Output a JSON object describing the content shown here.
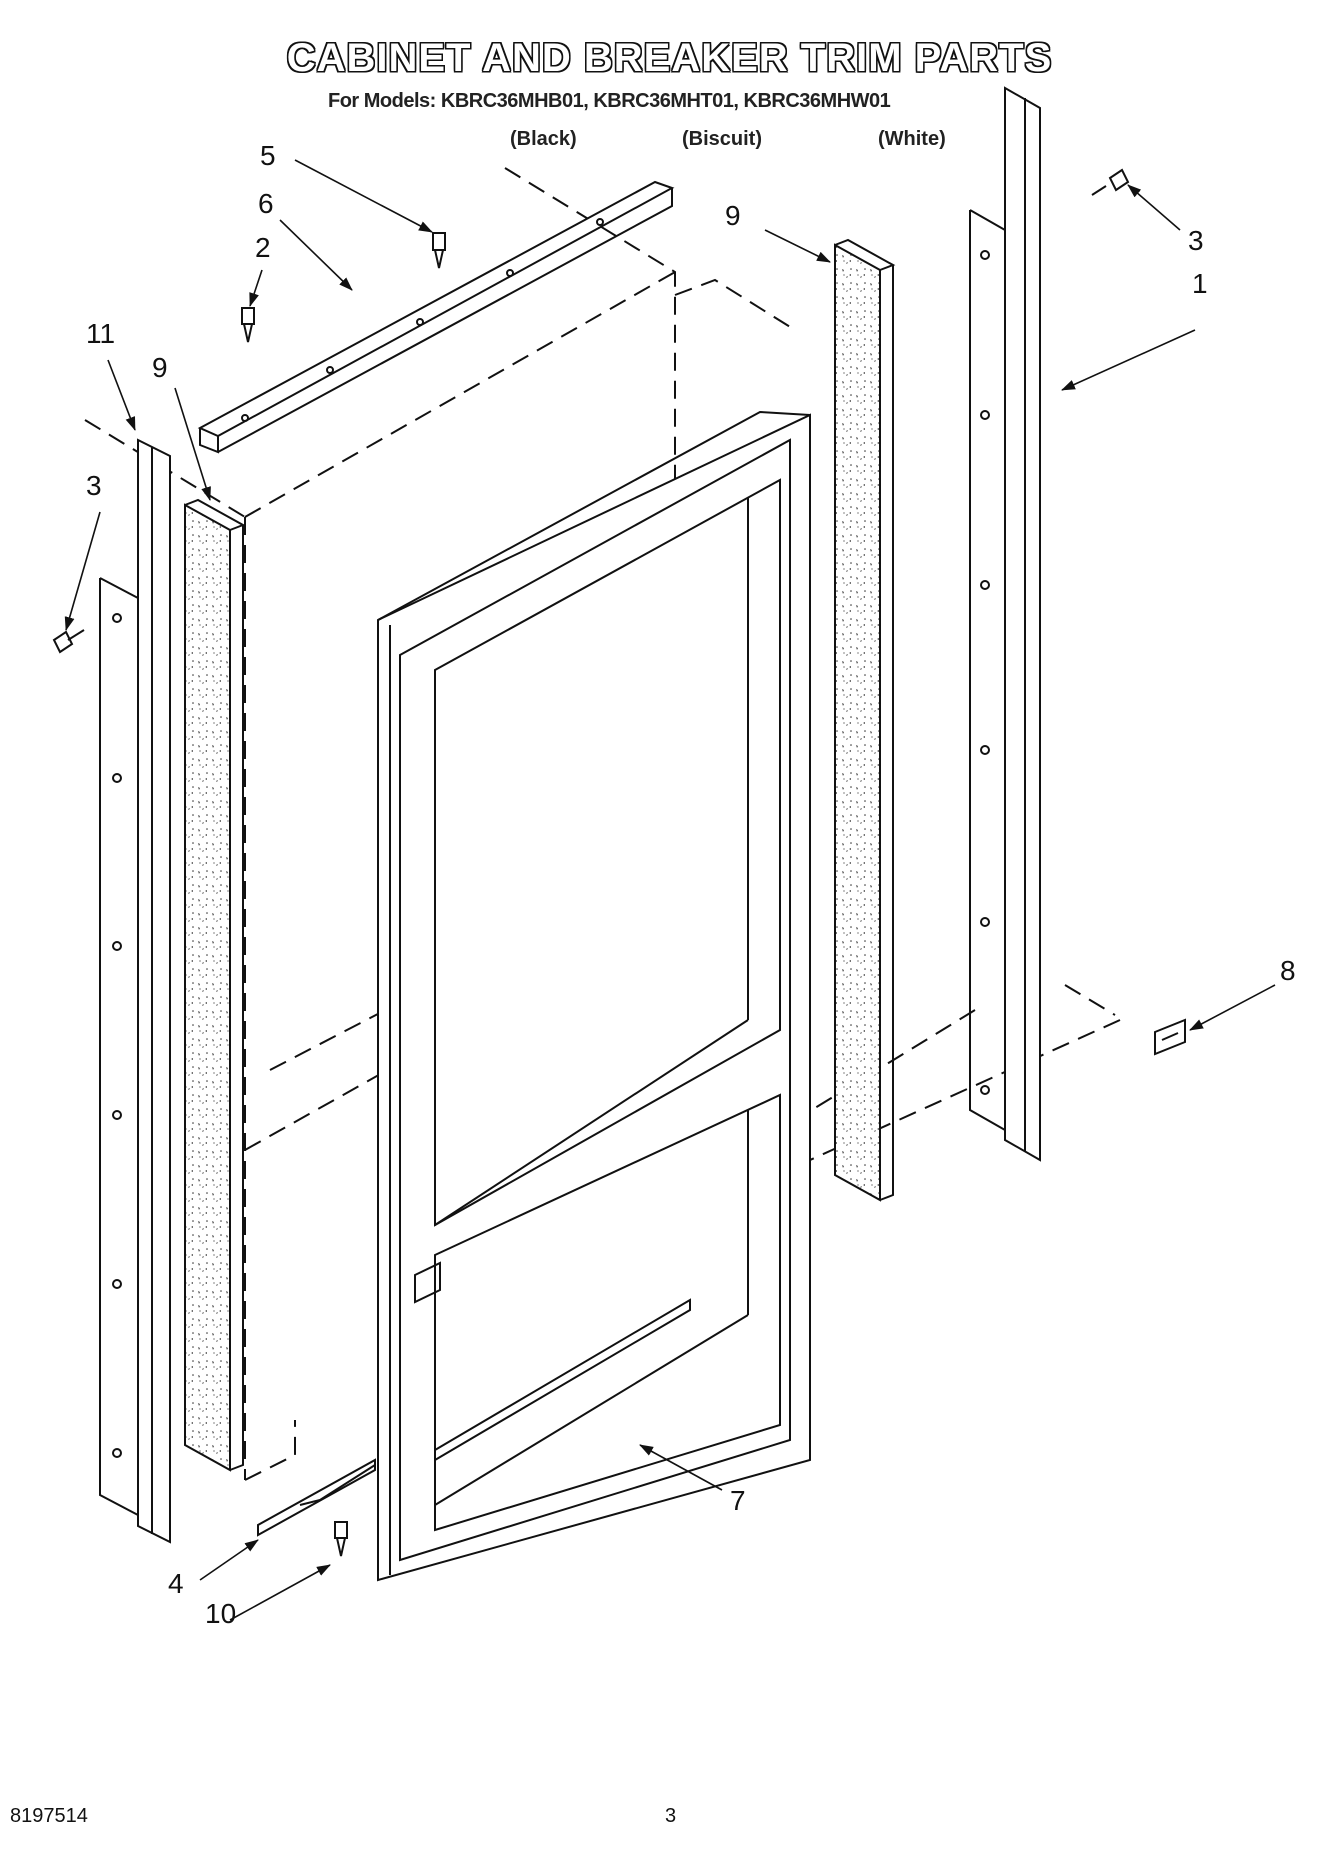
{
  "header": {
    "title": "CABINET AND BREAKER TRIM PARTS",
    "models_line": "For Models: KBRC36MHB01, KBRC36MHT01, KBRC36MHW01",
    "variants": [
      "(Black)",
      "(Biscuit)",
      "(White)"
    ]
  },
  "callouts": {
    "c1": "1",
    "c2": "2",
    "c3a": "3",
    "c3b": "3",
    "c4": "4",
    "c5": "5",
    "c6": "6",
    "c7": "7",
    "c8": "8",
    "c9a": "9",
    "c9b": "9",
    "c10": "10",
    "c11": "11"
  },
  "footer": {
    "doc_number": "8197514",
    "page_number": "3"
  }
}
